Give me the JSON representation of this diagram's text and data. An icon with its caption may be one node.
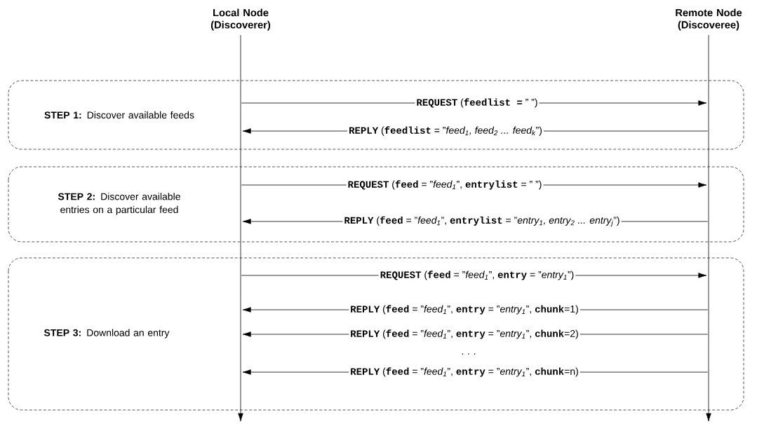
{
  "diagram": {
    "nodes": [
      {
        "text": [
          "Local Node (Discoverer)"
        ]
      },
      {
        "text": [
          "Remote Node (Discoveree)"
        ]
      },
      {
        "text": [],
        "shape": "bar"
      },
      {
        "text": [],
        "shape": "bar"
      }
    ],
    "edges": [
      {
        "from": 2,
        "to": 3,
        "arrow": "to",
        "label": "**REQUEST** (**feedlist =** ” ”)"
      },
      {
        "from": 3,
        "to": 2,
        "arrow": "to",
        "label": "**REPLY** (**feedlist** = ”*feed$_{1}$, feed$_{2}$ ... feed$_{k}$*”)"
      },
      {
        "from": 2,
        "to": 3,
        "arrow": "to",
        "label": "**REQUEST** (**feed** = ”*feed$_{1}$*”, **entrylist** = ” ”)"
      },
      {
        "from": 3,
        "to": 2,
        "arrow": "to",
        "label": "**REPLY** (**feed** = ”*feed$_{1}$*”, **entrylist** = ”*entry$_{1}$, entry$_{2}$ ... entry$_{j}$*”)"
      },
      {
        "from": 2,
        "to": 3,
        "arrow": "to",
        "label": "**REQUEST** (**feed** = ”*feed$_{1}$*”, **entry** = ”*entry$_{1}$*”)"
      },
      {
        "from": 3,
        "to": 2,
        "arrow": "to",
        "label": "**REPLY** (**feed** = ”*feed$_{1}$*”, **entry** = ”*entry$_{1}$*”, **chunk**=1)"
      },
      {
        "from": 3,
        "to": 2,
        "arrow": "to",
        "label": "**REPLY** (**feed** = ”*feed$_{1}$*”, **entry** = ”*entry$_{1}$*”, **chunk**=2)"
      },
      {
        "from": 3,
        "to": 2,
        "arrow": "to",
        "label": "**REPLY** (**feed** = ”*feed$_{1}$*”, **entry** = ”*entry$_{1}$*”, **chunk**=n)"
      }
    ],
    "labels": [
      "**STEP 1:** Discover available feeds",
      "**STEP 2:** Discover available entries on a particular feed",
      "**STEP 3:** Download an entry",
      ". . ."
    ]
  }
}
